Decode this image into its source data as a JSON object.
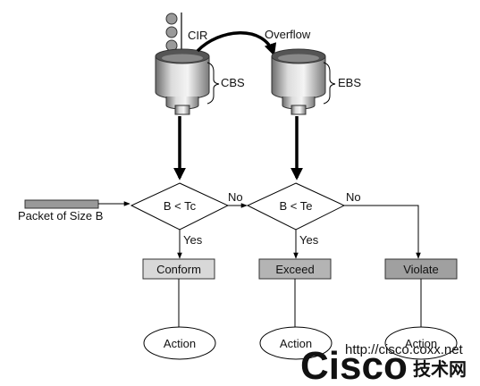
{
  "buckets": {
    "cir_label": "CIR",
    "cbs_label": "CBS",
    "overflow_label": "Overflow",
    "ebs_label": "EBS"
  },
  "packet_label": "Packet of Size B",
  "decisions": {
    "first": "B < Tc",
    "second": "B < Te",
    "no_label": "No",
    "yes_label": "Yes"
  },
  "results": {
    "conform": "Conform",
    "exceed": "Exceed",
    "violate": "Violate",
    "action": "Action"
  },
  "watermark": {
    "url": "http://cisco.coxx.net",
    "logo": "Cisco",
    "cn": "技术网"
  },
  "colors": {
    "box_light": "#d8d8d8",
    "box_mid": "#b4b4b4",
    "box_dark": "#a0a0a0",
    "packet": "#999999",
    "watermark": "#e0212b"
  }
}
